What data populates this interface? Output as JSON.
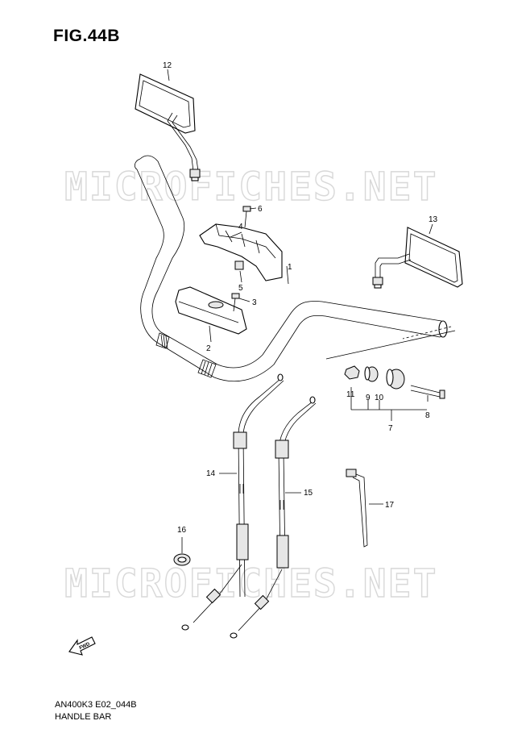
{
  "figure": {
    "title": "FIG.44B"
  },
  "watermark": {
    "text": "MICROFICHES.NET"
  },
  "footer": {
    "code": "AN400K3 E02_044B",
    "name": "HANDLE BAR"
  },
  "fwd_arrow": {
    "label": "FWD"
  },
  "callouts": [
    "1",
    "2",
    "3",
    "4",
    "5",
    "6",
    "7",
    "8",
    "9",
    "10",
    "11",
    "12",
    "13",
    "14",
    "15",
    "16",
    "17"
  ],
  "colors": {
    "line": "#000000",
    "watermark": "#d8d8d8",
    "background": "#ffffff"
  }
}
